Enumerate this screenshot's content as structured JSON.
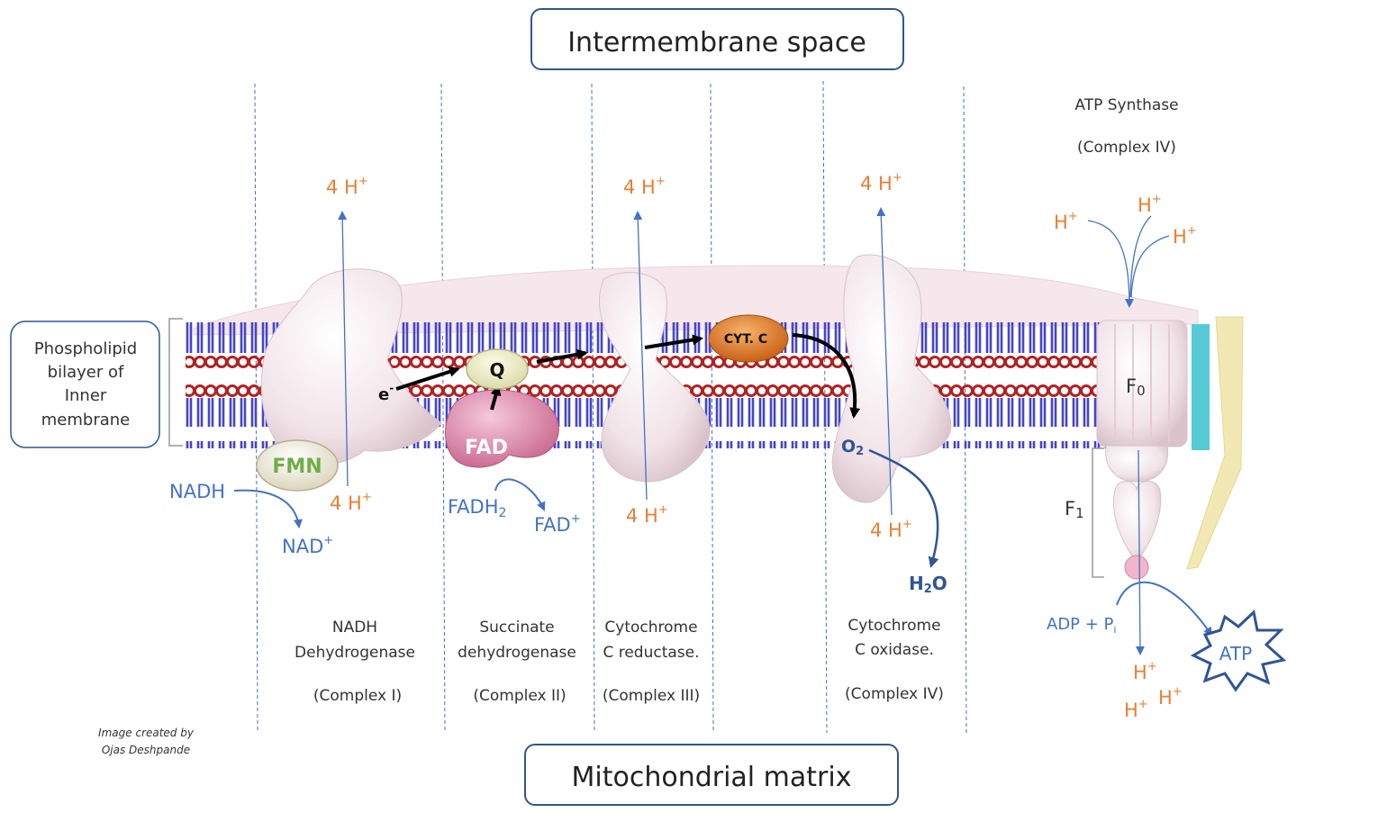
{
  "header": {
    "title": "Intermembrane space"
  },
  "footer": {
    "title": "Mitochondrial matrix"
  },
  "side_label": [
    "Phospholipid",
    "bilayer of",
    "Inner",
    "membrane"
  ],
  "credit": [
    "Image created by",
    "Ojas Deshpande"
  ],
  "complexes": {
    "c1": {
      "name": [
        "NADH",
        "Dehydrogenase"
      ],
      "tag": "(Complex I)"
    },
    "c2": {
      "name": [
        "Succinate",
        "dehydrogenase"
      ],
      "tag": "(Complex II)"
    },
    "c3": {
      "name": [
        "Cytochrome",
        "C reductase."
      ],
      "tag": "(Complex III)"
    },
    "c4": {
      "name": [
        "Cytochrome",
        "C oxidase."
      ],
      "tag": "(Complex IV)"
    },
    "atp": {
      "name": "ATP Synthase",
      "tag": "(Complex IV)"
    }
  },
  "protons": {
    "four": "4 H",
    "single": "H",
    "sup": "+"
  },
  "molecules": {
    "fmn": "FMN",
    "nadh": "NADH",
    "nad": "NAD",
    "plus": "+",
    "fadh": "FADH",
    "sub2": "2",
    "fad_out": "FAD",
    "fad": "FAD",
    "q": "Q",
    "cytc": "CYT. C",
    "electron": "e",
    "minus": "-",
    "o2": "O",
    "o2_sub": "2",
    "h2o_h": "H",
    "h2o_sub": "2",
    "h2o_o": "O",
    "adp": "ADP + P",
    "adp_sub": "i",
    "atp": "ATP",
    "f0": "F",
    "f0_sub": "0",
    "f1": "F",
    "f1_sub": "1"
  },
  "colors": {
    "proton": "#ED7D31",
    "arrow_blue": "#4472C4",
    "membrane_blue": "#4444CC",
    "head_red": "#B22222",
    "protein": "#F3E6EA",
    "fmn_text": "#70AD47"
  }
}
